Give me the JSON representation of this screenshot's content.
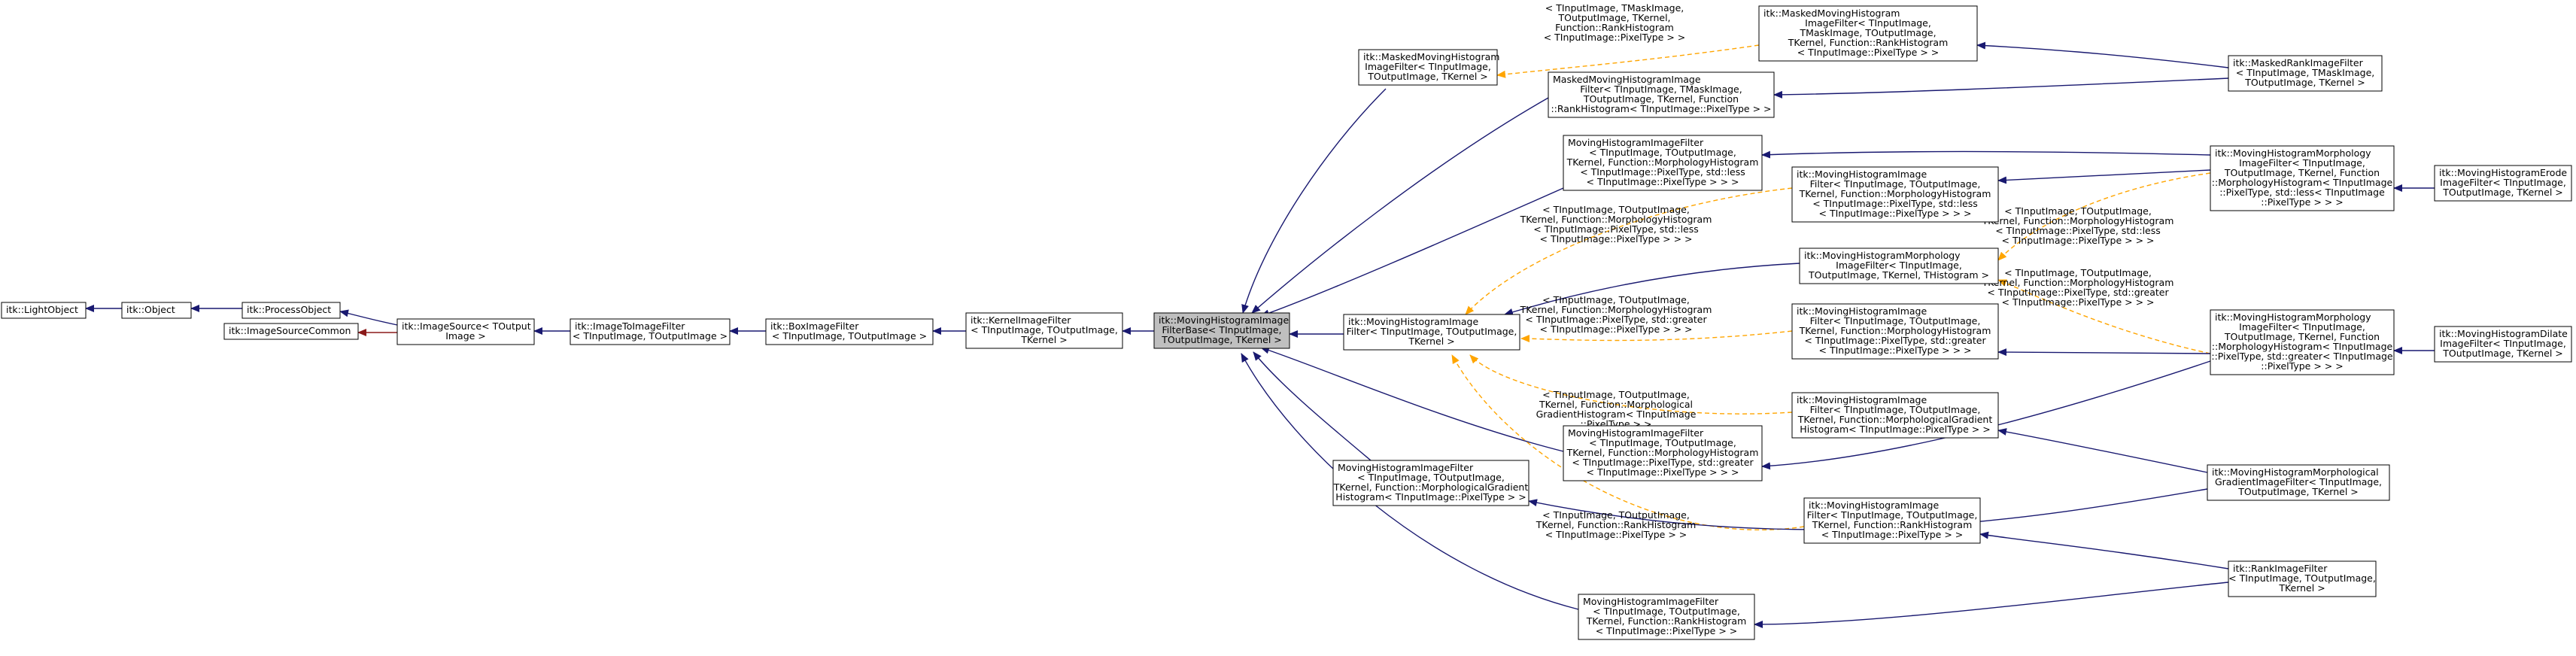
{
  "colors": {
    "inherit_edge": "#191970",
    "template_edge": "#ffa500",
    "private_edge": "#8b1a1a",
    "node_border": "#000000",
    "node_fill": "#ffffff",
    "focus_fill": "#bfbfbf"
  },
  "nodes": [
    {
      "id": "lightobject",
      "lines": [
        "itk::LightObject"
      ]
    },
    {
      "id": "object",
      "lines": [
        "itk::Object"
      ]
    },
    {
      "id": "processobject",
      "lines": [
        "itk::ProcessObject"
      ]
    },
    {
      "id": "imagesourcecommon",
      "lines": [
        "itk::ImageSourceCommon"
      ]
    },
    {
      "id": "imagesource",
      "lines": [
        "itk::ImageSource< TOutput",
        "Image >"
      ]
    },
    {
      "id": "imagetoimagefilter",
      "lines": [
        "itk::ImageToImageFilter",
        "< TInputImage, TOutputImage >"
      ]
    },
    {
      "id": "boximagefilter",
      "lines": [
        "itk::BoxImageFilter",
        "< TInputImage, TOutputImage >"
      ]
    },
    {
      "id": "kernelimagefilter",
      "lines": [
        "itk::KernelImageFilter",
        "< TInputImage, TOutputImage,",
        "TKernel >"
      ]
    },
    {
      "id": "focus",
      "lines": [
        "itk::MovingHistogramImage",
        "FilterBase< TInputImage,",
        "TOutputImage, TKernel >"
      ]
    },
    {
      "id": "mmhif_t",
      "lines": [
        "itk::MaskedMovingHistogram",
        "ImageFilter< TInputImage,",
        "TOutputImage, TKernel >"
      ]
    },
    {
      "id": "mhif_t",
      "lines": [
        "itk::MovingHistogramImage",
        "Filter< TInputImage, TOutputImage,",
        "TKernel >"
      ]
    },
    {
      "id": "mmhif_rank",
      "lines": [
        "MaskedMovingHistogramImage",
        "Filter< TInputImage, TMaskImage,",
        "TOutputImage, TKernel, Function",
        "::RankHistogram< TInputImage::PixelType > >"
      ]
    },
    {
      "id": "mhif_morph_less",
      "lines": [
        "MovingHistogramImageFilter",
        "< TInputImage, TOutputImage,",
        "TKernel, Function::MorphologyHistogram",
        "< TInputImage::PixelType, std::less",
        "< TInputImage::PixelType > > >"
      ]
    },
    {
      "id": "mhif_morph_greater",
      "lines": [
        "MovingHistogramImageFilter",
        "< TInputImage, TOutputImage,",
        "TKernel, Function::MorphologyHistogram",
        "< TInputImage::PixelType, std::greater",
        "< TInputImage::PixelType > > >"
      ]
    },
    {
      "id": "mhif_gradient",
      "lines": [
        "MovingHistogramImageFilter",
        "< TInputImage, TOutputImage,",
        "TKernel, Function::MorphologicalGradient",
        "Histogram< TInputImage::PixelType > >"
      ]
    },
    {
      "id": "mhif_rank",
      "lines": [
        "MovingHistogramImageFilter",
        "< TInputImage, TOutputImage,",
        "TKernel, Function::RankHistogram",
        "< TInputImage::PixelType > >"
      ]
    },
    {
      "id": "i_mmhif_rank",
      "lines": [
        "itk::MaskedMovingHistogram",
        "ImageFilter< TInputImage,",
        "TMaskImage, TOutputImage,",
        "TKernel, Function::RankHistogram",
        "< TInputImage::PixelType > >"
      ]
    },
    {
      "id": "i_mhif_morph_less",
      "lines": [
        "itk::MovingHistogramImage",
        "Filter< TInputImage, TOutputImage,",
        "TKernel, Function::MorphologyHistogram",
        "< TInputImage::PixelType, std::less",
        "< TInputImage::PixelType > > >"
      ]
    },
    {
      "id": "mhmorph_t",
      "lines": [
        "itk::MovingHistogramMorphology",
        "ImageFilter< TInputImage,",
        "TOutputImage, TKernel, THistogram >"
      ]
    },
    {
      "id": "i_mhif_morph_greater",
      "lines": [
        "itk::MovingHistogramImage",
        "Filter< TInputImage, TOutputImage,",
        "TKernel, Function::MorphologyHistogram",
        "< TInputImage::PixelType, std::greater",
        "< TInputImage::PixelType > > >"
      ]
    },
    {
      "id": "i_mhif_gradient",
      "lines": [
        "itk::MovingHistogramImage",
        "Filter< TInputImage, TOutputImage,",
        "TKernel, Function::MorphologicalGradient",
        "Histogram< TInputImage::PixelType > >"
      ]
    },
    {
      "id": "i_mhif_rank",
      "lines": [
        "itk::MovingHistogramImage",
        "Filter< TInputImage, TOutputImage,",
        "TKernel, Function::RankHistogram",
        "< TInputImage::PixelType > >"
      ]
    },
    {
      "id": "maskedrank",
      "lines": [
        "itk::MaskedRankImageFilter",
        "< TInputImage, TMaskImage,",
        "TOutputImage, TKernel >"
      ]
    },
    {
      "id": "mhmorph_less",
      "lines": [
        "itk::MovingHistogramMorphology",
        "ImageFilter< TInputImage,",
        "TOutputImage, TKernel, Function",
        "::MorphologyHistogram< TInputImage",
        "::PixelType, std::less< TInputImage",
        "::PixelType > > >"
      ]
    },
    {
      "id": "mhmorph_greater",
      "lines": [
        "itk::MovingHistogramMorphology",
        "ImageFilter< TInputImage,",
        "TOutputImage, TKernel, Function",
        "::MorphologyHistogram< TInputImage",
        "::PixelType, std::greater< TInputImage",
        "::PixelType > > >"
      ]
    },
    {
      "id": "gradientfilter",
      "lines": [
        "itk::MovingHistogramMorphological",
        "GradientImageFilter< TInputImage,",
        "TOutputImage, TKernel >"
      ]
    },
    {
      "id": "rankfilter",
      "lines": [
        "itk::RankImageFilter",
        "< TInputImage, TOutputImage,",
        "TKernel >"
      ]
    },
    {
      "id": "erode",
      "lines": [
        "itk::MovingHistogramErode",
        "ImageFilter< TInputImage,",
        "TOutputImage, TKernel >"
      ]
    },
    {
      "id": "dilate",
      "lines": [
        "itk::MovingHistogramDilate",
        "ImageFilter< TInputImage,",
        "TOutputImage, TKernel >"
      ]
    }
  ],
  "edge_labels": [
    {
      "id": "lbl_mmhif",
      "lines": [
        "< TInputImage, TMaskImage,",
        "TOutputImage, TKernel,",
        "Function::RankHistogram",
        "< TInputImage::PixelType > >"
      ]
    },
    {
      "id": "lbl_less",
      "lines": [
        "< TInputImage, TOutputImage,",
        "TKernel, Function::MorphologyHistogram",
        "< TInputImage::PixelType, std::less",
        "< TInputImage::PixelType > > >"
      ]
    },
    {
      "id": "lbl_greater",
      "lines": [
        "< TInputImage, TOutputImage,",
        "TKernel, Function::MorphologyHistogram",
        "< TInputImage::PixelType, std::greater",
        "< TInputImage::PixelType > > >"
      ]
    },
    {
      "id": "lbl_gradient",
      "lines": [
        "< TInputImage, TOutputImage,",
        "TKernel, Function::Morphological",
        "GradientHistogram< TInputImage",
        "::PixelType > >"
      ]
    },
    {
      "id": "lbl_rank",
      "lines": [
        "< TInputImage, TOutputImage,",
        "TKernel, Function::RankHistogram",
        "< TInputImage::PixelType > >"
      ]
    },
    {
      "id": "lbl_morph_less",
      "lines": [
        "< TInputImage, TOutputImage,",
        "TKernel, Function::MorphologyHistogram",
        "< TInputImage::PixelType, std::less",
        "< TInputImage::PixelType > > >"
      ]
    },
    {
      "id": "lbl_morph_greater",
      "lines": [
        "< TInputImage, TOutputImage,",
        "TKernel, Function::MorphologyHistogram",
        "< TInputImage::PixelType, std::greater",
        "< TInputImage::PixelType > > >"
      ]
    }
  ],
  "edges": [
    {
      "from": "object",
      "to": "lightobject",
      "kind": "inherit"
    },
    {
      "from": "processobject",
      "to": "object",
      "kind": "inherit"
    },
    {
      "from": "imagesource",
      "to": "processobject",
      "kind": "inherit"
    },
    {
      "from": "imagesource",
      "to": "imagesourcecommon",
      "kind": "private"
    },
    {
      "from": "imagetoimagefilter",
      "to": "imagesource",
      "kind": "inherit"
    },
    {
      "from": "boximagefilter",
      "to": "imagetoimagefilter",
      "kind": "inherit"
    },
    {
      "from": "kernelimagefilter",
      "to": "boximagefilter",
      "kind": "inherit"
    },
    {
      "from": "focus",
      "to": "kernelimagefilter",
      "kind": "inherit"
    },
    {
      "from": "mmhif_t",
      "to": "focus",
      "kind": "inherit"
    },
    {
      "from": "mmhif_rank",
      "to": "focus",
      "kind": "inherit"
    },
    {
      "from": "mhif_morph_less",
      "to": "focus",
      "kind": "inherit"
    },
    {
      "from": "mhif_t",
      "to": "focus",
      "kind": "inherit"
    },
    {
      "from": "mhif_morph_greater",
      "to": "focus",
      "kind": "inherit"
    },
    {
      "from": "mhif_gradient",
      "to": "focus",
      "kind": "inherit"
    },
    {
      "from": "mhif_rank",
      "to": "focus",
      "kind": "inherit"
    },
    {
      "from": "i_mmhif_rank",
      "to": "mmhif_t",
      "kind": "template"
    },
    {
      "from": "i_mhif_morph_less",
      "to": "mhif_t",
      "kind": "template"
    },
    {
      "from": "i_mhif_morph_greater",
      "to": "mhif_t",
      "kind": "template"
    },
    {
      "from": "i_mhif_gradient",
      "to": "mhif_t",
      "kind": "template"
    },
    {
      "from": "i_mhif_rank",
      "to": "mhif_t",
      "kind": "template"
    },
    {
      "from": "mhmorph_t",
      "to": "mhif_t",
      "kind": "inherit"
    },
    {
      "from": "maskedrank",
      "to": "i_mmhif_rank",
      "kind": "inherit"
    },
    {
      "from": "maskedrank",
      "to": "mmhif_rank",
      "kind": "inherit"
    },
    {
      "from": "mhmorph_less",
      "to": "mhmorph_t",
      "kind": "template"
    },
    {
      "from": "mhmorph_greater",
      "to": "mhmorph_t",
      "kind": "template"
    },
    {
      "from": "mhmorph_less",
      "to": "i_mhif_morph_less",
      "kind": "inherit"
    },
    {
      "from": "mhmorph_less",
      "to": "mhif_morph_less",
      "kind": "inherit"
    },
    {
      "from": "mhmorph_greater",
      "to": "i_mhif_morph_greater",
      "kind": "inherit"
    },
    {
      "from": "mhmorph_greater",
      "to": "mhif_morph_greater",
      "kind": "inherit"
    },
    {
      "from": "gradientfilter",
      "to": "i_mhif_gradient",
      "kind": "inherit"
    },
    {
      "from": "gradientfilter",
      "to": "mhif_gradient",
      "kind": "inherit"
    },
    {
      "from": "rankfilter",
      "to": "i_mhif_rank",
      "kind": "inherit"
    },
    {
      "from": "rankfilter",
      "to": "mhif_rank",
      "kind": "inherit"
    },
    {
      "from": "erode",
      "to": "mhmorph_less",
      "kind": "inherit"
    },
    {
      "from": "dilate",
      "to": "mhmorph_greater",
      "kind": "inherit"
    }
  ]
}
